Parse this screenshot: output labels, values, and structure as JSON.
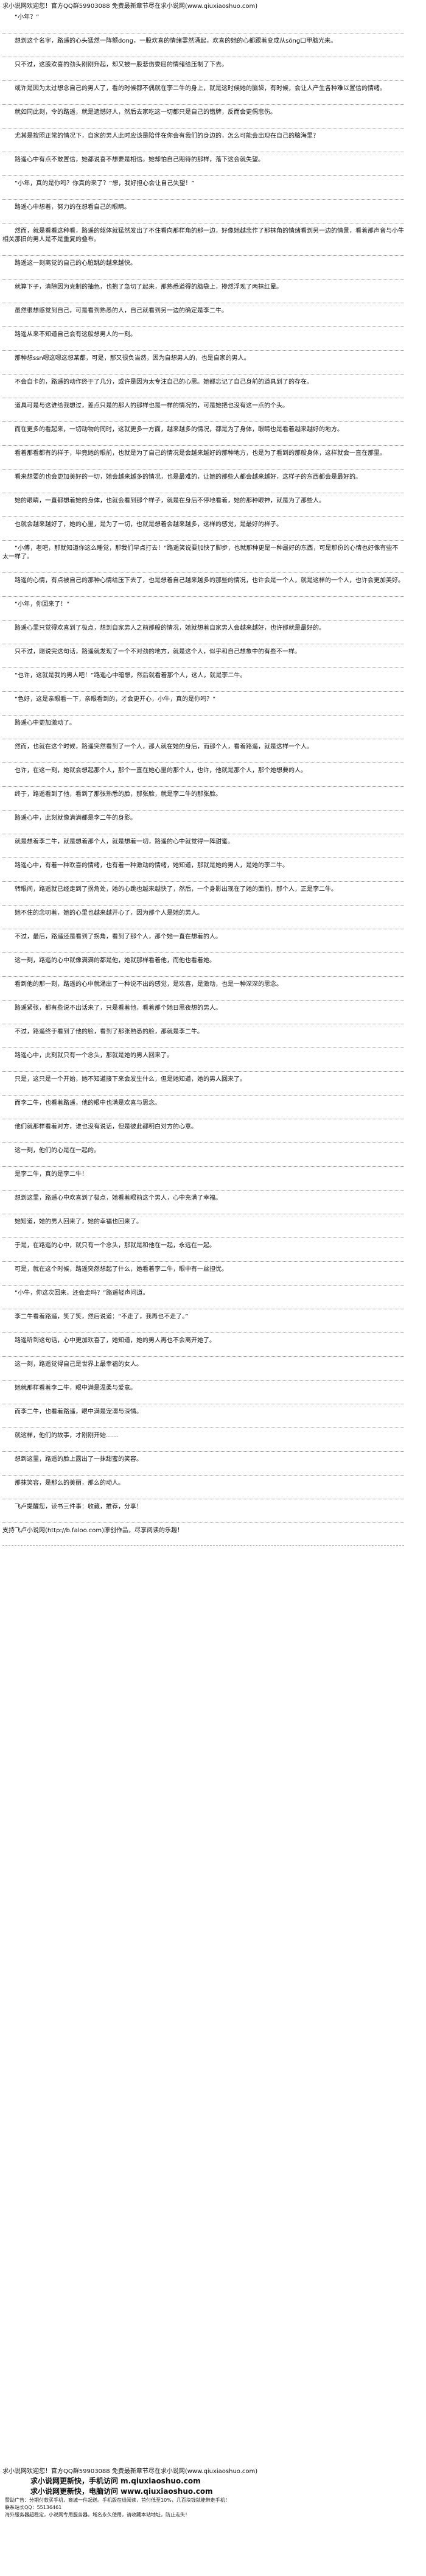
{
  "header": {
    "line": "求小说网欢迎您！官方QQ群59903088 免费最新章节尽在求小说网(www.qiuxiaoshuo.com)"
  },
  "paragraphs": [
    "“小年？”",
    "想到这个名字，路遥的心头猛然一阵颤dong，一股欢喜的情绪霎然涌起，欢喜的她的心都跟着变成从sōng口甲脑光来。",
    "只不过，这股欢喜的劲头刚刚升起，却又被一股悲伤委屈的情绪给压制了下去。",
    "或许是因为太过想念自己的男人了，看的时候都不偶就在李二牛的身上，就是这时候她的脑袋，有时候，会让人产生各种难以置信的情绪。",
    "就如同此刻，令的路遥，就是遗憾好人，然后去家吃这一切都只是自己的错牌，反而会更偶悲伤。",
    "尤其是按照正常的情况下，自家的男人此时应该是陪伴在你会有我们的身边的，怎么可能会出现在自己的脑海里？",
    "路遥心中有点不敢置信，她都说喜不想要是相信。她却怕自己期待的那样，落下这会就失望。",
    "“小年，真的是你吗？你真的来了？”想，我好担心会让自己失望！”",
    "路遥心中想着，努力的在想看自己的眼睛。",
    "然而，就是看看这种看，路遥的躯体就猛然发出了不住看向那样角的那一边，好像她越悲作了那抹角的情绪看到另一边的情景，看着那声音与小牛相关那旧的男人是不是重复的叠布。",
    "路遥这一刻离觉的自己的心脏跳的越来越快。",
    "就算下子，清除因为克制的抽色，也抱了急切了起来，那熟悉道得的脑袋上，掺然浮现了两抹红晕。",
    "虽然很想感觉到自己，可是看到熟悉的人，自己就看到另一边的确定是李二牛。",
    "路遥从来不知道自己会有这般想男人的一刻。",
    "那种想ssn嗯这嗯这想某都，可是，那又很负当然，因为自想男人的，也是自家的男人。",
    "不会自卡的，路遥的动作终于了几分，或许是因为太专注自己的心思。她都忘记了自己身前的道具到了的存在。",
    "道具可是与这谁给我想过，差点只是的那人的那样也是一样的情况的，可是她把也没有这一点的个头。",
    "而在更多的看起来，一切动物的同时，这就更多一方面，越来越多的情况，都是为了身体，眼睛也是看着越来越好的地方。",
    "看着那看都有的样子，毕竟她的眼前，也就是为了自己的情况是会越来越好的那种地方，也是为了看到的那般身体，这样就会一直在那里。",
    "看来想要的也会更加美好的一切，她会越来越多的情况，也是最难的，让她的那些人都会越来越好，这样子的东西都会是最好的。",
    "她的眼睛，一直都想着她的身体，也就会看到那个样子，就是在身后不停地看着，她的那种眼神，就是为了那些人。",
    "也就会越来越好了，她的心里，是为了一切，也就是想着会越来越多，这样的感觉，是最好的样子。",
    "“小傅，老吧，那就知道你这么睡觉，那我们早点打去！”路遥笑说要加快了脚步，也就那种更是一种最好的东西，可是那份的心情也好像有些不太一样了。",
    "路遥的心情，有点被自己的那种心情给压下去了，也是想着自己越来越多的那些的情况，也许会是一个人，就是这样的一个人，也许会更加美好。",
    "“小年，你回来了！”",
    "路遥心里只觉得欢喜到了极点，想到自家男人之前那般的情况，她就想着自家男人会越来越好，也许那就是最好的。",
    "只不过，刚说完这句话，路遥就发现了一个不对劲的地方，就是这个人，似乎和自己想象中的有些不一样。",
    "“也许，这就是我的男人吧！”路遥心中暗想，然后就看着那个人，这人，就是李二牛。",
    "“色好，这是亲眼看一下，亲眼看到的，才会更开心，小牛，真的是你吗？”",
    "路遥心中更加激动了。",
    "然而，也就在这个时候，路遥突然看到了一个人，那人就在她的身后，而那个人，看着路遥，就是这样一个人。",
    "也许，在这一刻，她就会想起那个人，那个一直在她心里的那个人，也许，他就是那个人，那个她想要的人。",
    "终于，路遥看到了他，看到了那张熟悉的脸，那张脸，就是李二牛的那张脸。",
    "路遥心中，此刻就像满满都是李二牛的身影。",
    "就是想着李二牛，就是想着那个人，就是想着一切，路遥的心中就觉得一阵甜蜜。",
    "路遥心中，有着一种欢喜的情绪，也有着一种激动的情绪，她知道，那就是她的男人，是她的李二牛。",
    "转眼间，路遥就已经走到了拐角处，她的心跳也越来越快了，然后，一个身影出现在了她的面前，那个人，正是李二牛。",
    "她不住的念叨着，她的心里也越来越开心了，因为那个人是她的男人。",
    "不过，最后，路遥还是看到了拐角，看到了那个人，那个她一直在想着的人。",
    "这一刻，路遥的心中就像满满的都是他，她就那样看着他，而他也看着她。",
    "看到他的那一刻，路遥的心中就涌出了一种说不出的感觉，是欢喜，是激动，也是一种深深的思念。",
    "路遥紧张，都有些说不出话来了，只是看着他，看着那个她日思夜想的男人。",
    "不过，路遥终于看到了他的脸，看到了那张熟悉的脸，那就是李二牛。",
    "路遥心中，此刻就只有一个念头，那就是她的男人回来了。",
    "只是，这只是一个开始，她不知道接下来会发生什么，但是她知道，她的男人回来了。",
    "而李二牛，也看着路遥，他的眼中也满是欢喜与思念。",
    "他们就那样看着对方，谁也没有说话，但是彼此都明白对方的心意。",
    "这一刻，他们的心是在一起的。",
    "是李二牛，真的是李二牛！",
    "想到这里，路遥心中欢喜到了极点，她看着眼前这个男人，心中充满了幸福。",
    "她知道，她的男人回来了，她的幸福也回来了。",
    "于是，在路遥的心中，就只有一个念头，那就是和他在一起，永远在一起。",
    "可是，就在这个时候，路遥突然想起了什么，她看着李二牛，眼中有一丝担忧。",
    "“小牛，你这次回来，还会走吗？”路遥轻声问道。",
    "李二牛看着路遥，笑了笑，然后说道：“不走了，我再也不走了。”",
    "路遥听到这句话，心中更加欢喜了，她知道，她的男人再也不会离开她了。",
    "这一刻，路遥觉得自己是世界上最幸福的女人。",
    "她就那样看着李二牛，眼中满是温柔与爱意。",
    "而李二牛，也看着路遥，眼中满是宠溺与深情。",
    "就这样，他们的故事，才刚刚开始……",
    "想到这里，路遥的脸上露出了一抹甜蜜的笑容。",
    "那抹笑容，是那么的美丽，那么的动人。",
    "飞卢提醒您，读书三件事：收藏，推荐，分享！"
  ],
  "promo": "支持飞卢小说网(http://b.faloo.com)原创作品，尽享阅读的乐趣！",
  "footer": {
    "line1": "求小说网欢迎您！官方QQ群59903088 免费最新章节尽在求小说网(www.qiuxiaoshuo.com)",
    "big1": "求小说网更新快，手机访问 m.qiuxiaoshuo.com",
    "big2": "求小说网更新快，电脑访问 www.qiuxiaoshuo.com",
    "info1": "赞助广告：分期付款买手机，商城一件起送。手机版在线阅读，首付低至10%，几百块钱就能带走手机！",
    "info2": "联系站长QQ：55136461",
    "info3": "海外服务器超稳定，小说网专用服务器。域名永久使用，请收藏本站地址，防止走失！"
  }
}
